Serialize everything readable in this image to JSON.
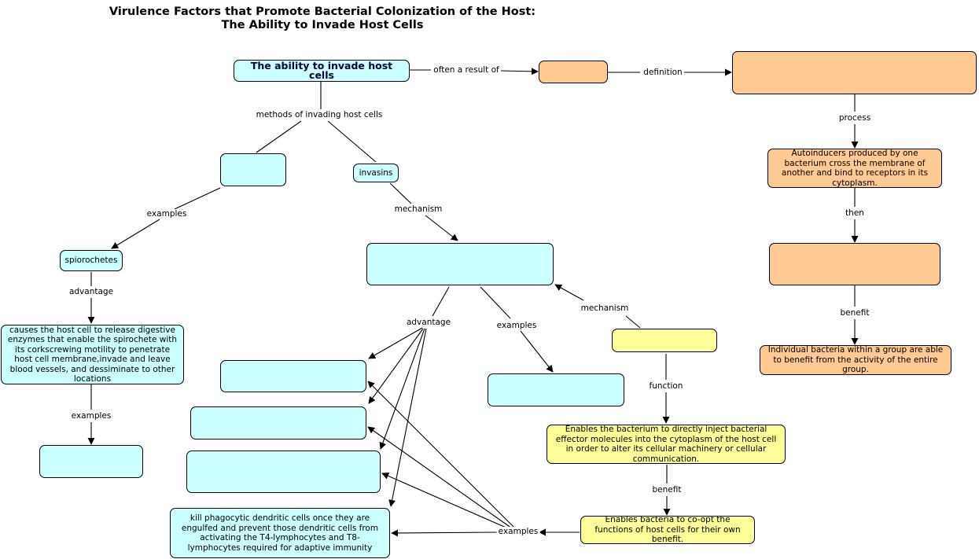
{
  "title": {
    "line1": "Virulence Factors that Promote Bacterial Colonization of the Host:",
    "line2": "The Ability to Invade Host Cells"
  },
  "nodes": {
    "main": "The ability to invade host cells",
    "result_blank": "",
    "definition_blank": "",
    "autoinducers": "Autoinducers produced by one bacterium cross the membrane of another and bind to receptors in its cytoplasm.",
    "then_blank": "",
    "individual_bacteria": "Individual bacteria within a group are able to benefit from the activity of the entire group.",
    "method_blank": "",
    "invasins": "invasins",
    "spirochetes": "spiorochetes",
    "spirochete_advantage": "causes the host cell to release digestive enzymes that enable the spirochete with its corkscrewing motility to penetrate host cell membrane,invade and leave blood vessels, and dessiminate to other locations",
    "spirochete_example_blank": "",
    "mechanism_blank": "",
    "yellow_blank": "",
    "advantage_blank_1": "",
    "advantage_blank_2": "",
    "advantage_blank_3": "",
    "kill_phagocytic": "kill phagocytic dendritic cells once they are engulfed and prevent those dendritic cells from activating the T4-lymphocytes and T8-lymphocytes required for adaptive immunity",
    "examples_blank": "",
    "enables_inject": "Enables the bacterium to directly inject bacterial effector molecules into the cytoplasm of the host cell in order to alter its cellular machinery or cellular communication.",
    "enables_coopt": "Enables bacteria to co-opt the functions of host cells for their own benefit."
  },
  "links": {
    "often_result_of": "often a result of",
    "definition": "definition",
    "process": "process",
    "then": "then",
    "benefit_orange": "benefit",
    "methods": "methods of invading host cells",
    "examples_left": "examples",
    "advantage_left": "advantage",
    "examples_spiro": "examples",
    "mechanism_invasins": "mechanism",
    "advantage_center": "advantage",
    "examples_center": "examples",
    "mechanism_yellow": "mechanism",
    "function": "function",
    "benefit_yellow": "benefit",
    "examples_bottom": "examples"
  },
  "colors": {
    "cyan": "#ccffff",
    "orange": "#ffc994",
    "yellow": "#ffff99",
    "line": "#000000"
  }
}
